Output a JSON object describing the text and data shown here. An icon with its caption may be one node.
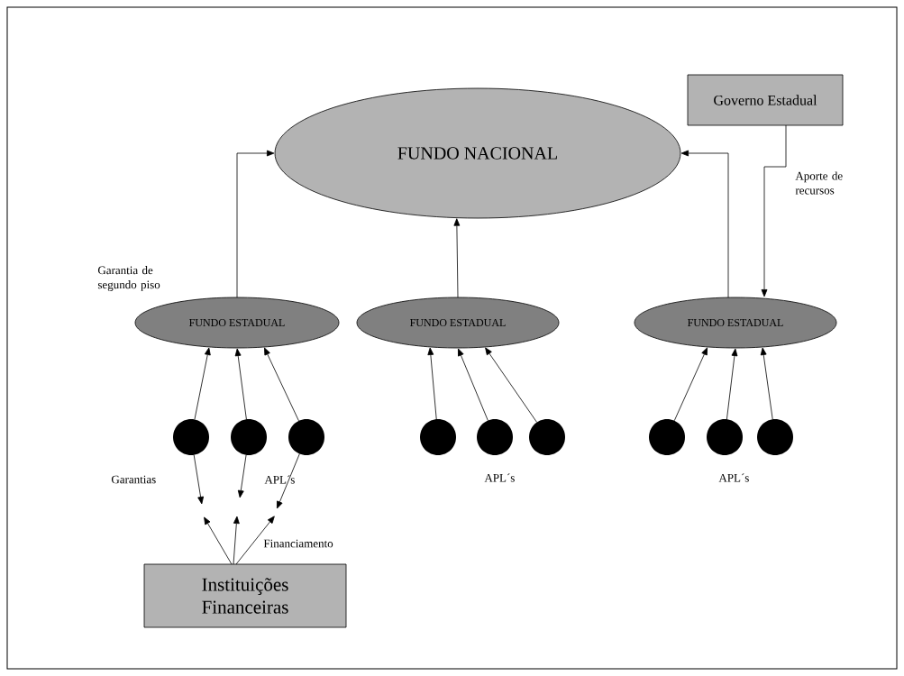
{
  "diagram": {
    "nodes": [
      {
        "text": [
          "FUNDO NACIONAL"
        ]
      },
      {
        "text": [
          "Governo Estadual"
        ]
      },
      {
        "text": [
          "FUNDO ESTADUAL"
        ]
      },
      {
        "text": [
          "FUNDO ESTADUAL"
        ]
      },
      {
        "text": [
          "FUNDO ESTADUAL"
        ]
      },
      {
        "text": [],
        "shape": "circle"
      },
      {
        "text": [],
        "shape": "circle"
      },
      {
        "text": [],
        "shape": "circle"
      },
      {
        "text": [],
        "shape": "circle"
      },
      {
        "text": [],
        "shape": "circle"
      },
      {
        "text": [],
        "shape": "circle"
      },
      {
        "text": [],
        "shape": "circle"
      },
      {
        "text": [],
        "shape": "circle"
      },
      {
        "text": [],
        "shape": "circle"
      },
      {
        "text": [
          "Instituições Financeiras"
        ]
      }
    ],
    "edges": [
      {
        "from": 2,
        "to": 0,
        "arrow": "to"
      },
      {
        "from": 3,
        "to": 0,
        "arrow": "to"
      },
      {
        "from": 4,
        "to": 0,
        "arrow": "to"
      },
      {
        "from": 1,
        "to": 4,
        "arrow": "to",
        "label": "Aporte de recursos"
      },
      {
        "from": 5,
        "to": 2,
        "arrow": "to"
      },
      {
        "from": 6,
        "to": 2,
        "arrow": "to"
      },
      {
        "from": 7,
        "to": 2,
        "arrow": "to"
      },
      {
        "from": 8,
        "to": 3,
        "arrow": "to"
      },
      {
        "from": 9,
        "to": 3,
        "arrow": "to"
      },
      {
        "from": 10,
        "to": 3,
        "arrow": "to"
      },
      {
        "from": 11,
        "to": 4,
        "arrow": "to"
      },
      {
        "from": 12,
        "to": 4,
        "arrow": "to"
      },
      {
        "from": 13,
        "to": 4,
        "arrow": "to"
      },
      {
        "from": 5,
        "to": null,
        "arrow": "to"
      },
      {
        "from": 6,
        "to": null,
        "arrow": "to"
      },
      {
        "from": 7,
        "to": null,
        "arrow": "to"
      },
      {
        "from": 14,
        "to": null,
        "arrow": "to"
      },
      {
        "from": 14,
        "to": null,
        "arrow": "to"
      },
      {
        "from": 14,
        "to": null,
        "arrow": "to"
      }
    ],
    "labels": [
      "Garantia de segundo piso",
      "Garantias",
      "APL´s",
      "APL´s",
      "APL´s",
      "Financiamento"
    ]
  }
}
